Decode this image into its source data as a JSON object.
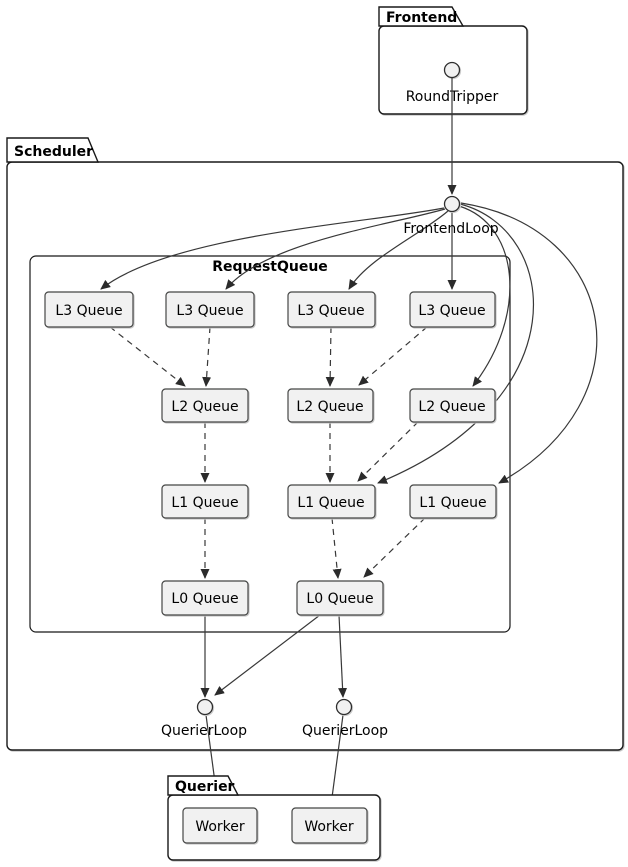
{
  "packages": {
    "frontend": "Frontend",
    "scheduler": "Scheduler",
    "querier": "Querier"
  },
  "frames": {
    "request_queue": "RequestQueue"
  },
  "interfaces": {
    "round_tripper": "RoundTripper",
    "frontend_loop": "FrontendLoop",
    "querier_loop_left": "QuerierLoop",
    "querier_loop_right": "QuerierLoop"
  },
  "queues": {
    "l3": [
      "L3 Queue",
      "L3 Queue",
      "L3 Queue",
      "L3 Queue"
    ],
    "l2": [
      "L2 Queue",
      "L2 Queue",
      "L2 Queue"
    ],
    "l1": [
      "L1 Queue",
      "L1 Queue",
      "L1 Queue"
    ],
    "l0": [
      "L0 Queue",
      "L0 Queue"
    ]
  },
  "workers": [
    "Worker",
    "Worker"
  ],
  "colors": {
    "background": "#FFFFFF",
    "node_fill": "#F1F1F1",
    "node_border": "#454645",
    "package_border": "#181818",
    "edge": "#383838",
    "text": "#000000"
  }
}
